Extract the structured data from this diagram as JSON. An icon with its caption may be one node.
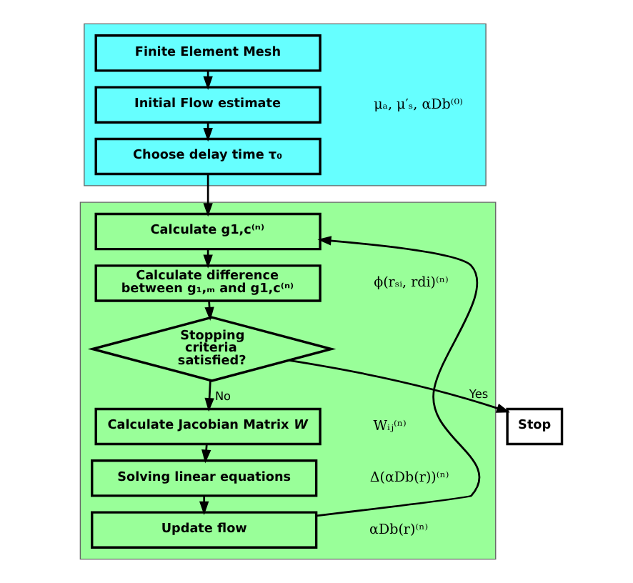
{
  "diagram": {
    "nodes": [
      {
        "text": [],
        "shape": "box"
      },
      {
        "text": [
          "Finite Element Mesh"
        ],
        "in": 0
      },
      {
        "text": [
          "Initial Flow estimate"
        ],
        "in": 0,
        "beside": [
          "μₐ, μ′ₛ, αDb⁽⁰⁾"
        ]
      },
      {
        "text": [
          "Choose delay time τ₀"
        ],
        "in": 0
      },
      {
        "text": [],
        "shape": "box"
      },
      {
        "text": [
          "Calculate g1,c⁽ⁿ⁾"
        ],
        "in": 4
      },
      {
        "text": [
          "Calculate difference between g₁,ₘ and g1,c⁽ⁿ⁾"
        ],
        "in": 4,
        "beside": [
          "ϕ(rₛᵢ, rdi)⁽ⁿ⁾"
        ]
      },
      {
        "text": [
          "Stopping criteria satisfied?"
        ],
        "in": 4
      },
      {
        "text": [
          "Calculate Jacobian Matrix *W*"
        ],
        "in": 4,
        "beside": [
          "Wᵢⱼ⁽ⁿ⁾"
        ]
      },
      {
        "text": [
          "Solving linear equations"
        ],
        "in": 4,
        "beside": [
          "Δ(αDb(r))⁽ⁿ⁾"
        ]
      },
      {
        "text": [
          "Update flow"
        ],
        "in": 4,
        "beside": [
          "αDb(r)⁽ⁿ⁾"
        ]
      },
      {
        "text": [
          "Stop"
        ]
      }
    ],
    "edges": [
      {
        "from": 1,
        "to": 2,
        "arrow": "to"
      },
      {
        "from": 2,
        "to": 3,
        "arrow": "to"
      },
      {
        "from": 3,
        "to": 5,
        "arrow": "to"
      },
      {
        "from": 5,
        "to": 6,
        "arrow": "to"
      },
      {
        "from": 6,
        "to": 7,
        "arrow": "to"
      },
      {
        "from": 7,
        "to": 11,
        "arrow": "to",
        "label": "Yes"
      },
      {
        "from": 7,
        "to": 8,
        "arrow": "to",
        "label": "No"
      },
      {
        "from": 8,
        "to": 9,
        "arrow": "to"
      },
      {
        "from": 9,
        "to": 10,
        "arrow": "to"
      },
      {
        "from": 10,
        "to": 5,
        "arrow": "to"
      }
    ]
  }
}
